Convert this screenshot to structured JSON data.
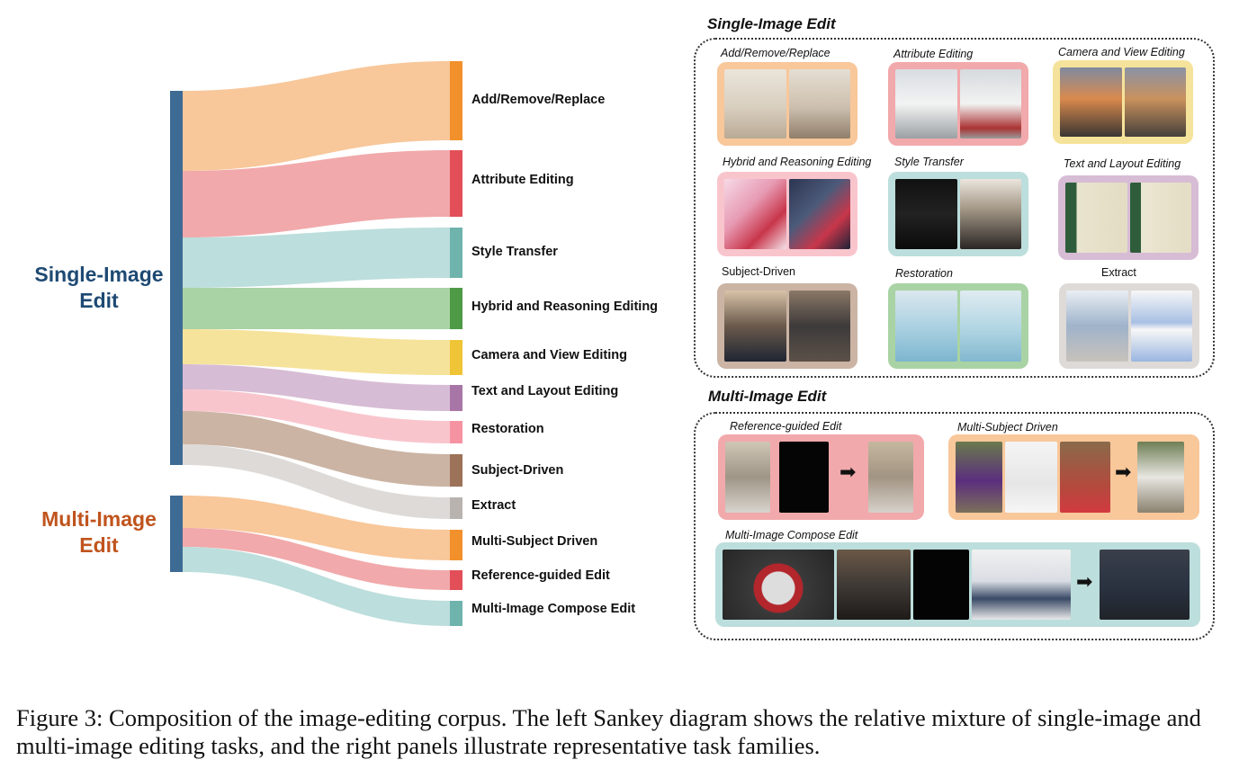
{
  "sankey": {
    "sources": [
      {
        "name": "Single-Image Edit",
        "color": "#3e6b94"
      },
      {
        "name": "Multi-Image Edit",
        "color": "#3e6b94"
      }
    ],
    "targets": [
      {
        "name": "Add/Remove/Replace",
        "source": 0,
        "color": "#f2902c",
        "band": "#f8c79a"
      },
      {
        "name": "Attribute Editing",
        "source": 0,
        "color": "#e24f58",
        "band": "#f1a9ab"
      },
      {
        "name": "Style Transfer",
        "source": 0,
        "color": "#6fb3ad",
        "band": "#bcdedc"
      },
      {
        "name": "Hybrid and Reasoning Editing",
        "source": 0,
        "color": "#4e9a47",
        "band": "#a9d3a4"
      },
      {
        "name": "Camera and View Editing",
        "source": 0,
        "color": "#efc436",
        "band": "#f6e39b"
      },
      {
        "name": "Text and Layout Editing",
        "source": 0,
        "color": "#a876a6",
        "band": "#d7bcd5"
      },
      {
        "name": "Restoration",
        "source": 0,
        "color": "#f693a3",
        "band": "#f9c5cd"
      },
      {
        "name": "Subject-Driven",
        "source": 0,
        "color": "#9c7258",
        "band": "#cbb4a4"
      },
      {
        "name": "Extract",
        "source": 0,
        "color": "#b9b3af",
        "band": "#dedad7"
      },
      {
        "name": "Multi-Subject Driven",
        "source": 1,
        "color": "#f2902c",
        "band": "#f8c79a"
      },
      {
        "name": "Reference-guided Edit",
        "source": 1,
        "color": "#e24f58",
        "band": "#f1a9ab"
      },
      {
        "name": "Multi-Image Compose Edit",
        "source": 1,
        "color": "#6fb3ad",
        "band": "#bcdedc"
      }
    ]
  },
  "panels": {
    "single": {
      "title": "Single-Image Edit",
      "items": [
        {
          "label": "Add/Remove/Replace",
          "bg": "#f8c79a"
        },
        {
          "label": "Attribute Editing",
          "bg": "#f1a9ab"
        },
        {
          "label": "Camera and View Editing",
          "bg": "#f6e39b"
        },
        {
          "label": "Hybrid and Reasoning Editing",
          "bg": "#f9c5cd"
        },
        {
          "label": "Style Transfer",
          "bg": "#bcdedc"
        },
        {
          "label": "Text and Layout Editing",
          "bg": "#d7bcd5"
        },
        {
          "label": "Subject-Driven",
          "bg": "#cbb4a4"
        },
        {
          "label": "Restoration",
          "bg": "#a9d3a4"
        },
        {
          "label": "Extract",
          "bg": "#dedad7"
        }
      ]
    },
    "multi": {
      "title": "Multi-Image Edit",
      "items": [
        {
          "label": "Reference-guided Edit",
          "bg": "#f1a9ab"
        },
        {
          "label": "Multi-Subject Driven",
          "bg": "#f8c79a"
        },
        {
          "label": "Multi-Image Compose Edit",
          "bg": "#bcdedc"
        }
      ]
    }
  },
  "caption": "Figure 3: Composition of the image-editing corpus. The left Sankey diagram shows the relative mixture of single-image and multi-image editing tasks, and the right panels illustrate representative task families."
}
